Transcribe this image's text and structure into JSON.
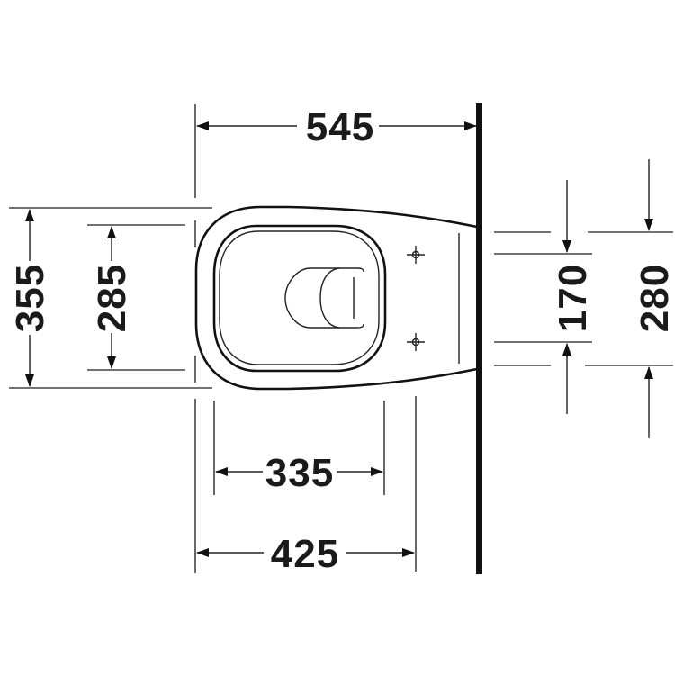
{
  "drawing": {
    "type": "technical-dimension-drawing",
    "subject": "wall-hung toilet, top view",
    "units": "mm",
    "colors": {
      "line": "#111111",
      "background": "#ffffff"
    }
  },
  "dimensions": {
    "overall_depth": {
      "label": "545",
      "orientation": "horizontal"
    },
    "overall_width": {
      "label": "355",
      "orientation": "vertical"
    },
    "seat_width": {
      "label": "285",
      "orientation": "vertical"
    },
    "bowl_opening": {
      "label": "335",
      "orientation": "horizontal"
    },
    "bowl_depth": {
      "label": "425",
      "orientation": "horizontal"
    },
    "bolt_spacing": {
      "label": "170",
      "orientation": "vertical"
    },
    "wall_plate_height": {
      "label": "280",
      "orientation": "vertical"
    }
  }
}
